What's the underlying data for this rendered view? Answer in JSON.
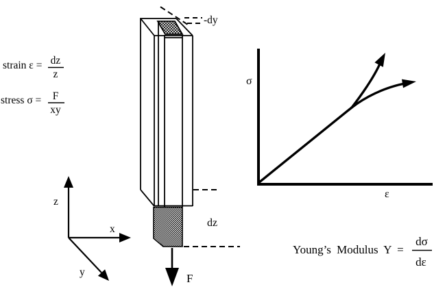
{
  "colors": {
    "ink": "#000000",
    "background": "#ffffff"
  },
  "formulas": {
    "strain": {
      "label": "strain ε =",
      "numerator": "dz",
      "denominator": "z"
    },
    "stress": {
      "label": "stress σ =",
      "numerator": "F",
      "denominator": "xy"
    },
    "youngs_modulus": {
      "label": "Young’s Modulus Y =",
      "numerator": "dσ",
      "denominator": "dε"
    }
  },
  "coordinate_axes": {
    "z_label": "z",
    "x_label": "x",
    "y_label": "y"
  },
  "bar_diagram": {
    "contraction_label": "-dy",
    "elongation_label": "dz",
    "force_label": "F"
  },
  "graph": {
    "y_axis_label": "σ",
    "x_axis_label": "ε"
  }
}
